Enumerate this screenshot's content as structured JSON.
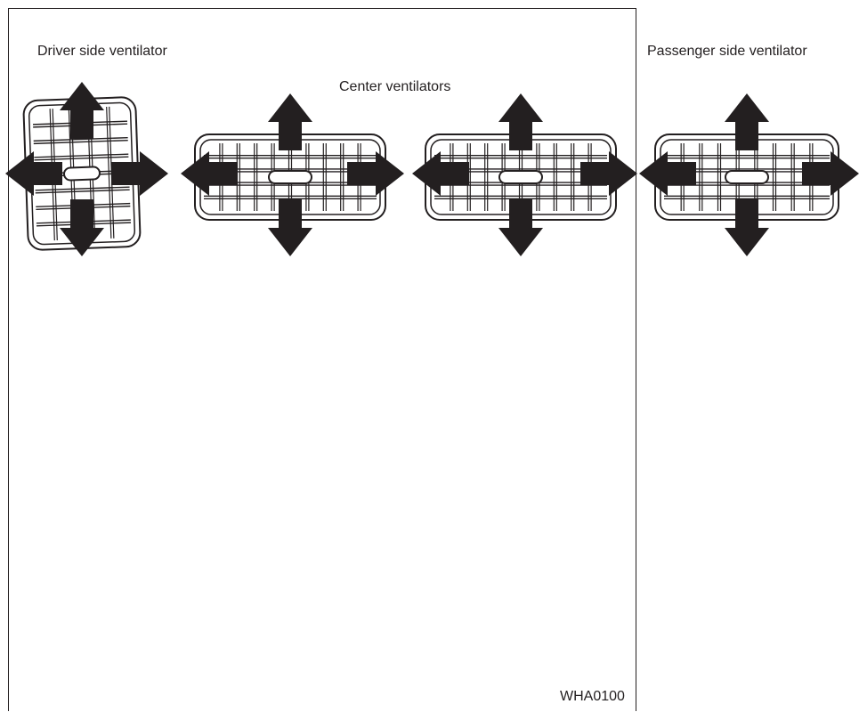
{
  "figure": {
    "labels": {
      "driver": "Driver side ventilator",
      "center": "Center ventilators",
      "passenger": "Passenger side ventilator"
    },
    "figure_code": "WHA0100",
    "ventilators": [
      {
        "id": "driver",
        "orientation": "vertical"
      },
      {
        "id": "center-left",
        "orientation": "horizontal"
      },
      {
        "id": "center-right",
        "orientation": "horizontal"
      },
      {
        "id": "passenger",
        "orientation": "horizontal"
      }
    ],
    "arrow_directions": [
      "up",
      "down",
      "left",
      "right"
    ],
    "colors": {
      "ink": "#231f20",
      "background": "#ffffff"
    }
  }
}
